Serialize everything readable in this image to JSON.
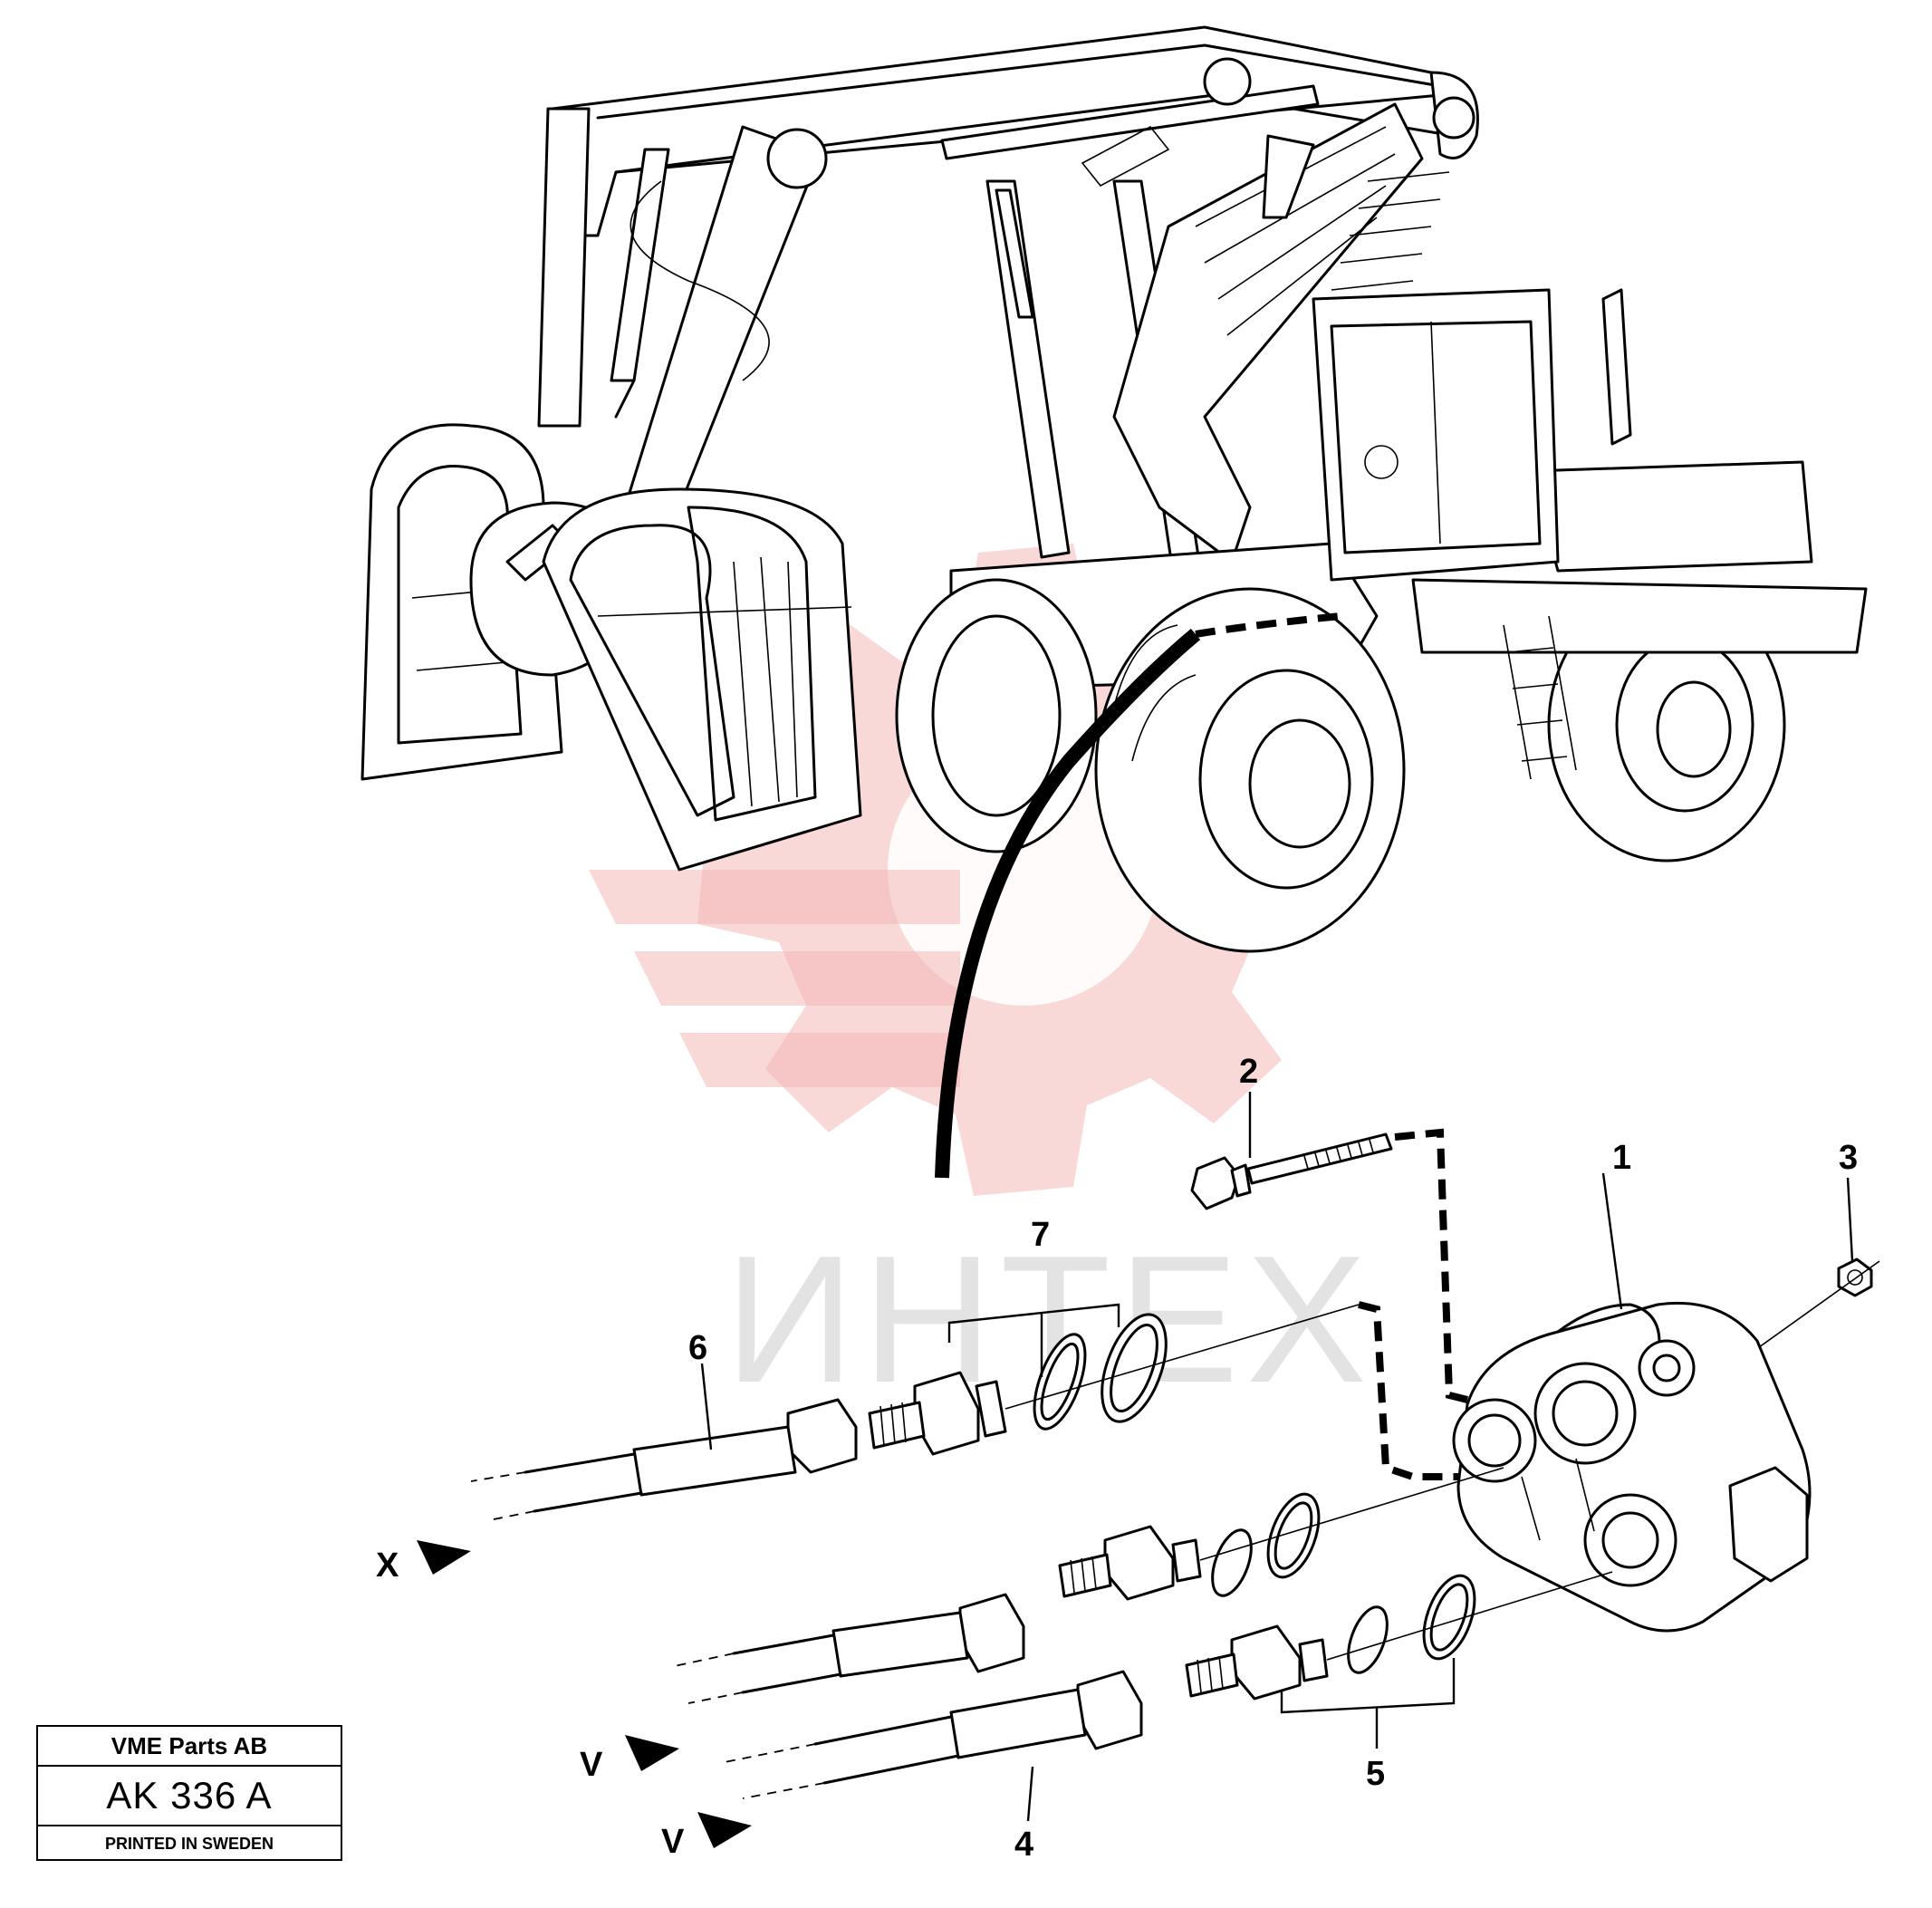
{
  "callouts": {
    "c1": "1",
    "c2": "2",
    "c3": "3",
    "c4": "4",
    "c5": "5",
    "c6": "6",
    "c7": "7"
  },
  "ports": {
    "x": "X",
    "v1": "V",
    "v2": "V"
  },
  "watermark": {
    "text": "ИНТЕХ",
    "color": "#f4b8b8"
  },
  "title_block": {
    "company": "VME Parts AB",
    "code": "AK 336 A",
    "printed": "PRINTED IN SWEDEN"
  }
}
